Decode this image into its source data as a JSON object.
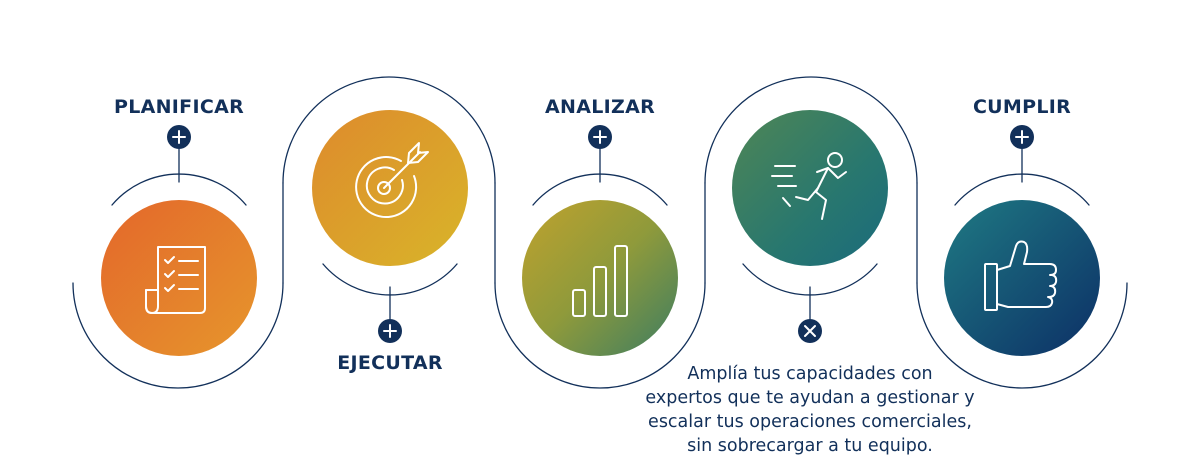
{
  "colors": {
    "navy": "#12305a",
    "line": "#12305a",
    "orange": "#e0702a",
    "amber": "#d9a92a",
    "olive": "#a79b33",
    "teal": "#2a7a78",
    "deep_blue": "#0d3f6e"
  },
  "steps": [
    {
      "label": "PLANIFICAR",
      "icon": "checklist-icon",
      "toggle": "plus-icon"
    },
    {
      "label": "EJECUTAR",
      "icon": "target-icon",
      "toggle": "plus-icon"
    },
    {
      "label": "ANALIZAR",
      "icon": "bar-chart-icon",
      "toggle": "plus-icon"
    },
    {
      "label": "",
      "icon": "running-person-icon",
      "toggle": "close-icon"
    },
    {
      "label": "CUMPLIR",
      "icon": "thumbs-up-icon",
      "toggle": "plus-icon"
    }
  ],
  "description": {
    "lines": [
      "Amplía tus capacidades con",
      "expertos que te ayudan a gestionar y",
      "escalar tus operaciones comerciales,",
      "sin sobrecargar a tu equipo."
    ]
  }
}
